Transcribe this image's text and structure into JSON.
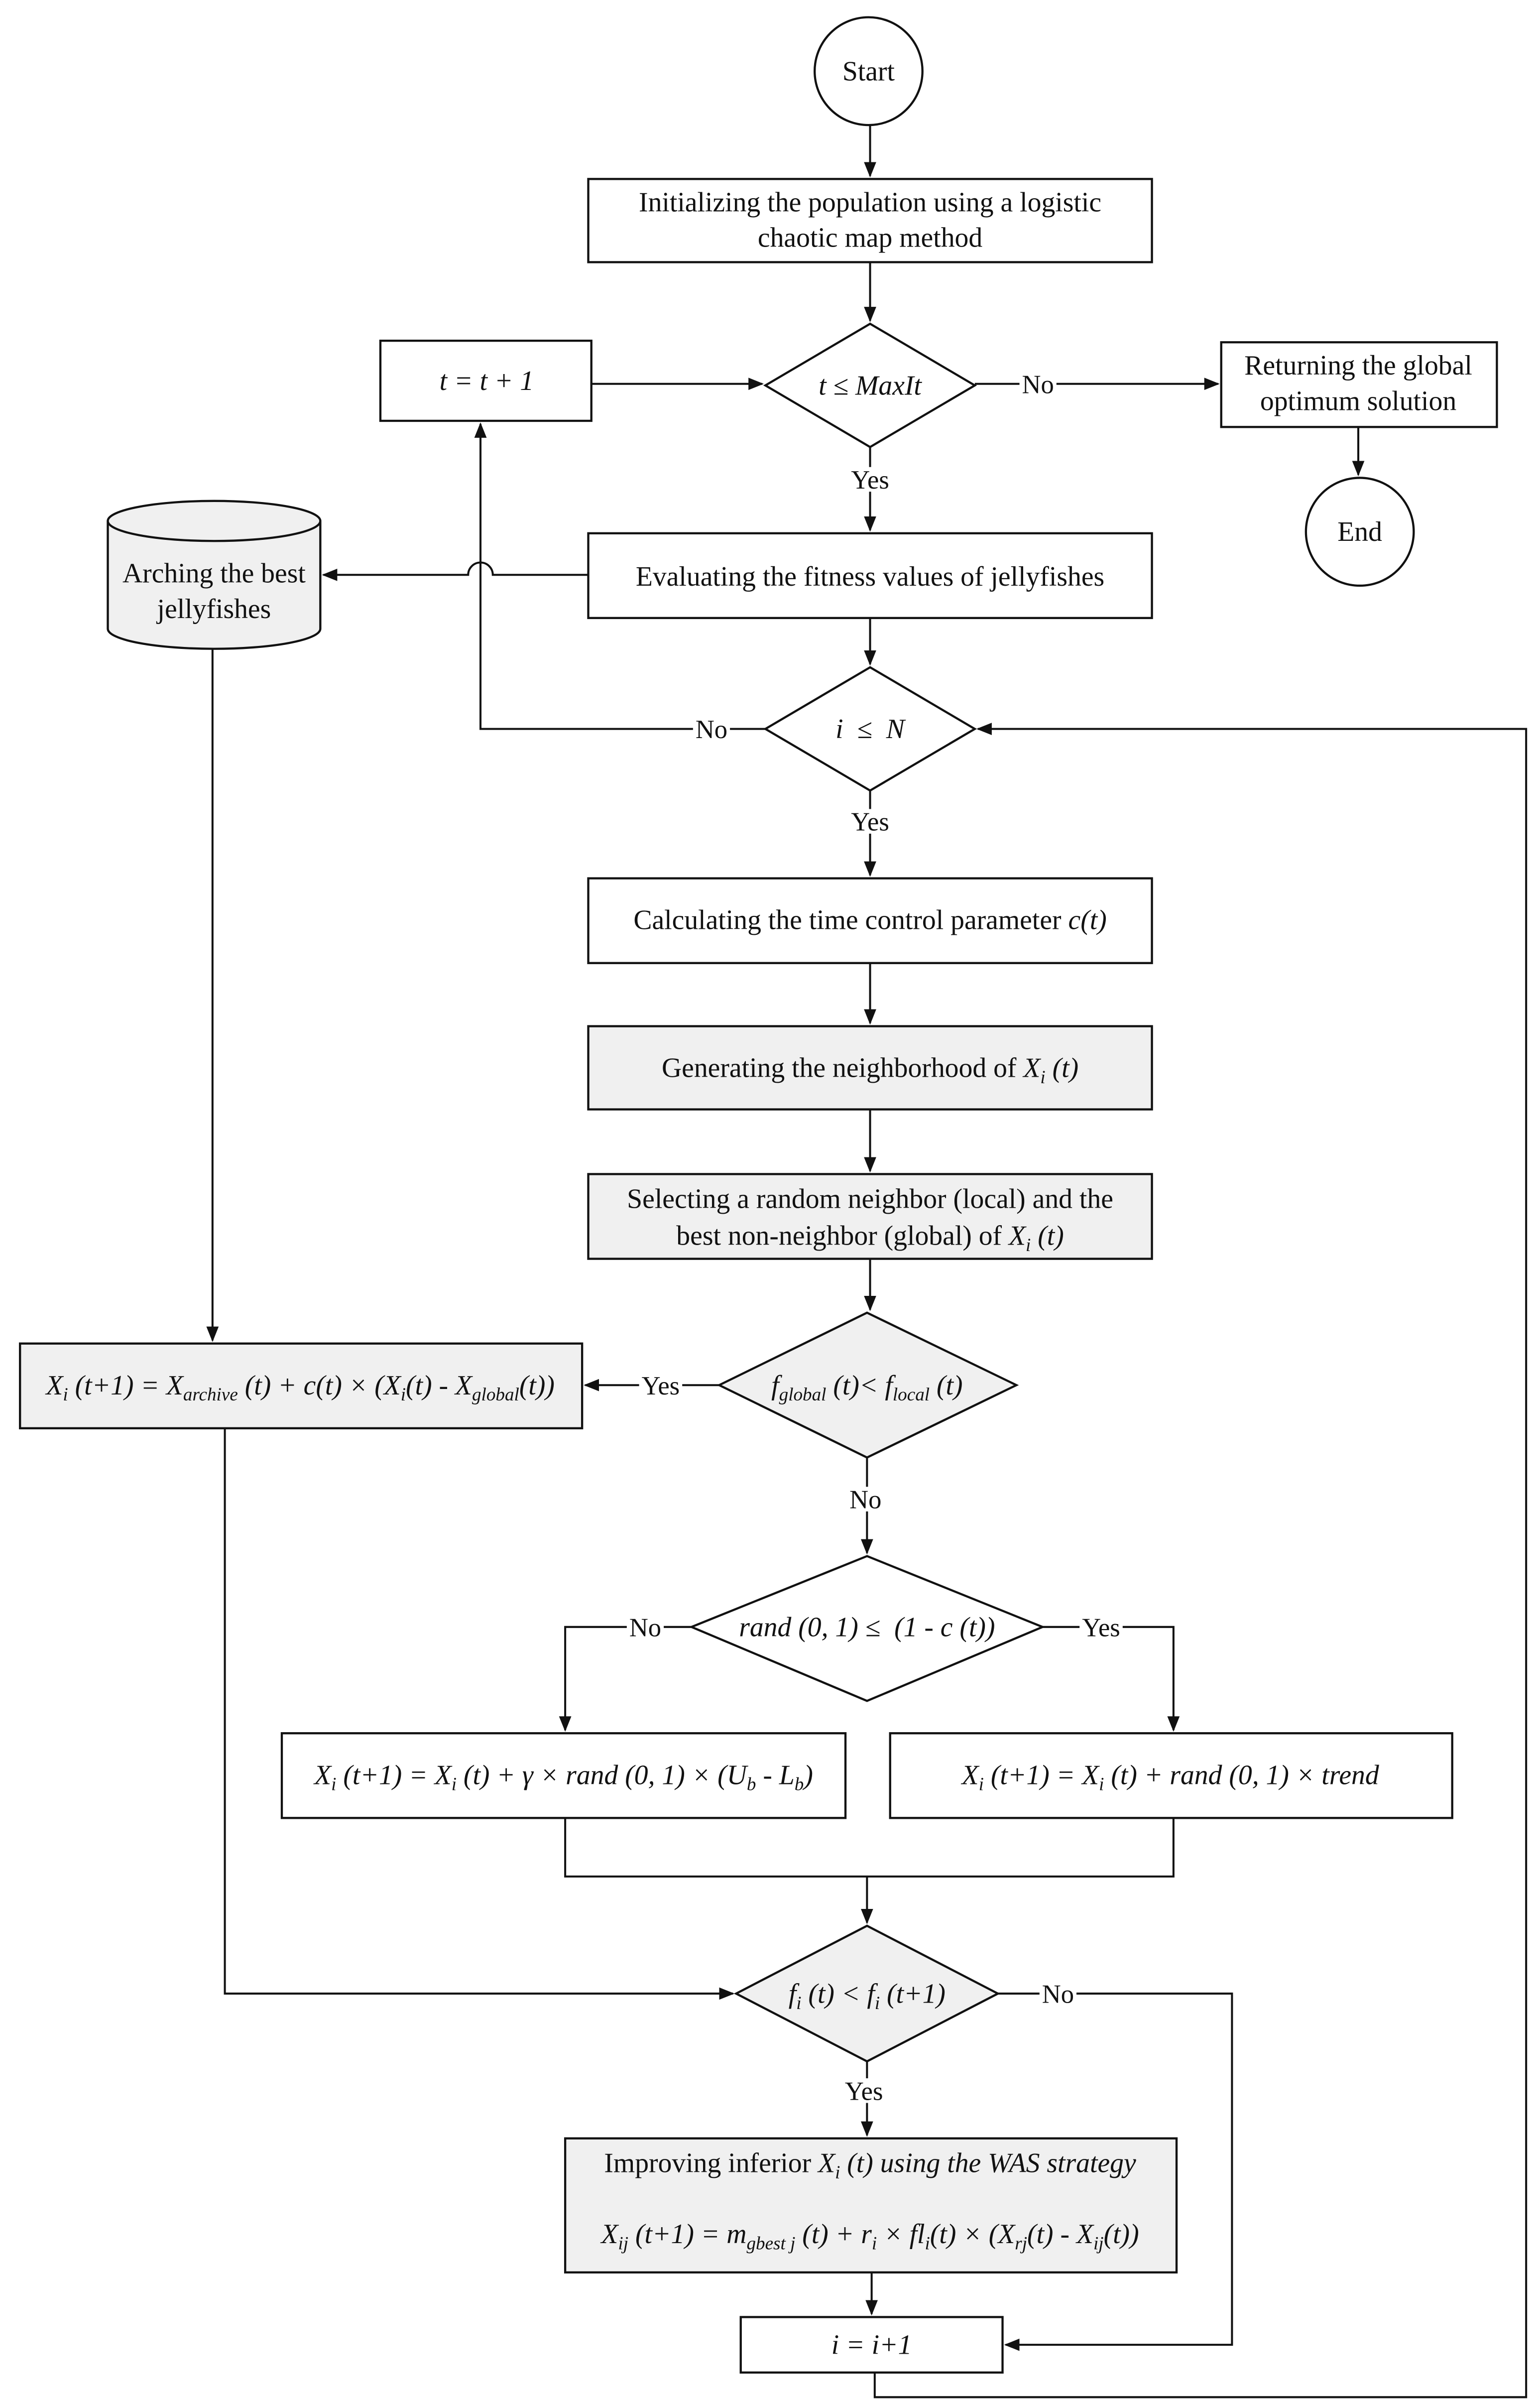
{
  "start": "Start",
  "end": "End",
  "init": [
    "Initializing the population using a logistic",
    "chaotic map method"
  ],
  "t_increment": [
    [
      "t = t + 1",
      ""
    ]
  ],
  "cond_t": [
    [
      "t ≤ MaxIt",
      ""
    ]
  ],
  "returning": [
    "Returning the global",
    "optimum solution"
  ],
  "archive": [
    "Arching the best",
    "jellyfishes"
  ],
  "evaluating": "Evaluating the fitness values of jellyfishes",
  "cond_i": [
    [
      "i  ≤  N",
      ""
    ]
  ],
  "calculating": {
    "text": "Calculating the time control parameter ",
    "var": "c(t)"
  },
  "generating": [
    [
      "Generating the neighborhood of ",
      ""
    ],
    [
      "X",
      ""
    ],
    [
      "",
      "i"
    ],
    [
      " (t)",
      ""
    ]
  ],
  "selecting": {
    "line1": "Selecting a random neighbor (local) and the",
    "line2": [
      [
        "best non-neighbor (global) of ",
        ""
      ],
      [
        "X",
        ""
      ],
      [
        "",
        "i"
      ],
      [
        " (t)",
        ""
      ]
    ]
  },
  "cond_global": [
    [
      "f",
      ""
    ],
    [
      "",
      "global"
    ],
    [
      " (t)< f",
      ""
    ],
    [
      "",
      "local"
    ],
    [
      " (t)",
      ""
    ]
  ],
  "archive_formula": [
    [
      "X",
      ""
    ],
    [
      "",
      "i"
    ],
    [
      " (t+1) = X",
      ""
    ],
    [
      "",
      "archive"
    ],
    [
      " (t) + c(t) × (X",
      ""
    ],
    [
      "",
      "i"
    ],
    [
      "(t) - X",
      ""
    ],
    [
      "",
      "global"
    ],
    [
      "(t))",
      ""
    ]
  ],
  "cond_rand": [
    [
      "rand (0, 1) ≤  (1 - c (t))",
      ""
    ]
  ],
  "formula_local": [
    [
      "X",
      ""
    ],
    [
      "",
      "i"
    ],
    [
      " (t+1) = X",
      ""
    ],
    [
      "",
      "i"
    ],
    [
      " (t) + γ × rand (0, 1) × (U",
      ""
    ],
    [
      "",
      "b"
    ],
    [
      " - L",
      ""
    ],
    [
      "",
      "b"
    ],
    [
      ")",
      ""
    ]
  ],
  "formula_trend": [
    [
      "X",
      ""
    ],
    [
      "",
      "i"
    ],
    [
      " (t+1) = X",
      ""
    ],
    [
      "",
      "i"
    ],
    [
      " (t) + rand (0, 1) × trend",
      ""
    ]
  ],
  "cond_f": [
    [
      "f",
      ""
    ],
    [
      "",
      "i"
    ],
    [
      " (t) < f",
      ""
    ],
    [
      "",
      "i"
    ],
    [
      " (t+1)",
      ""
    ]
  ],
  "improving": {
    "line1": [
      [
        "Improving inferior ",
        ""
      ],
      [
        "X",
        ""
      ],
      [
        "",
        "i"
      ],
      [
        " (t) using the WAS strategy",
        ""
      ]
    ],
    "formula": [
      [
        "X",
        ""
      ],
      [
        "",
        "ij"
      ],
      [
        " (t+1) = m",
        ""
      ],
      [
        "",
        "gbest j"
      ],
      [
        " (t) + r",
        ""
      ],
      [
        "",
        "i"
      ],
      [
        " × fl",
        ""
      ],
      [
        "",
        "i"
      ],
      [
        "(t) × (X",
        ""
      ],
      [
        "",
        "rj"
      ],
      [
        "(t) - X",
        ""
      ],
      [
        "",
        "ij"
      ],
      [
        "(t))",
        ""
      ]
    ]
  },
  "i_increment": [
    [
      "i = i+1",
      ""
    ]
  ],
  "labels": {
    "yes": "Yes",
    "no": "No"
  },
  "colors": {
    "shaded": "#f0f0f0",
    "line": "#111111"
  }
}
